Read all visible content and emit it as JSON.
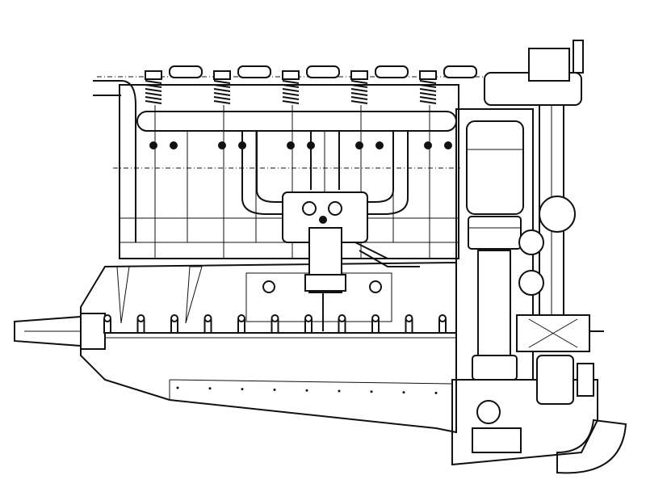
{
  "figure": {
    "subject": "engine-side-elevation-with-cutaway",
    "colors": {
      "ink": "#111111",
      "paper": "#ffffff"
    },
    "cylinders_exterior": 5,
    "cylinders_sectioned": 1
  }
}
